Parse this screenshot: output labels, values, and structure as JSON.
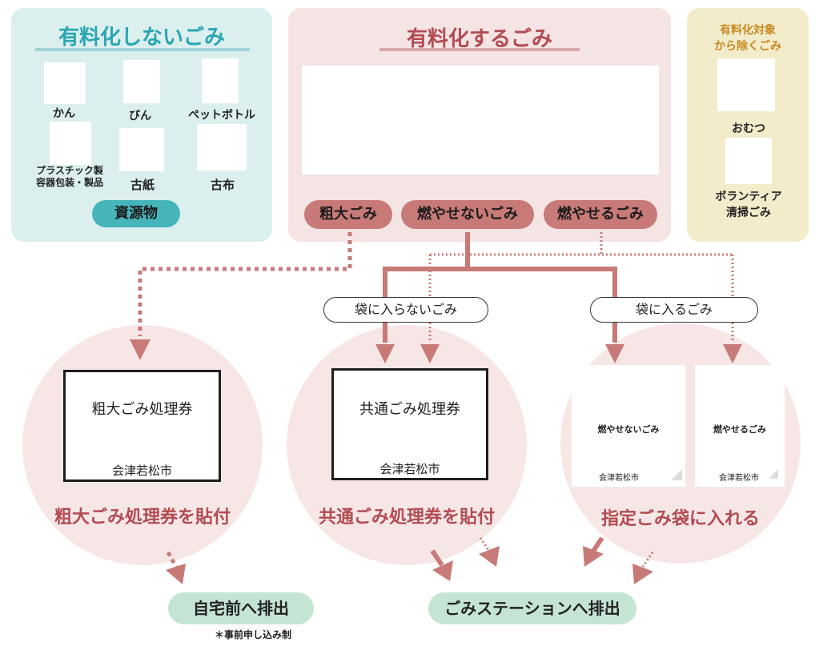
{
  "colors": {
    "teal_panel": "#dcefef",
    "teal_title": "#2aa6b1",
    "teal_pill": "#46b5b9",
    "pink_panel": "#f4e4e3",
    "pink_pill": "#c77a77",
    "brown_title": "#b24b52",
    "yellow_panel": "#f3eccb",
    "yellow_title": "#c7891f",
    "green_pill": "#c5e5d4",
    "arrow": "#c77a77",
    "circle": "#f6e7e6"
  },
  "not_charged": {
    "title": "有料化しないごみ",
    "items": [
      "かん",
      "びん",
      "ペットボトル",
      "プラスチック製\n容器包装・製品",
      "古紙",
      "古布"
    ],
    "pill": "資源物"
  },
  "charged": {
    "title": "有料化するごみ",
    "categories": [
      "粗大ごみ",
      "燃やせないごみ",
      "燃やせるごみ"
    ]
  },
  "excluded": {
    "title": "有料化対象\nから除くごみ",
    "items": [
      "おむつ",
      "ボランティア\n清掃ごみ"
    ]
  },
  "bag_labels": {
    "not_in_bag": "袋に入らないごみ",
    "in_bag": "袋に入るごみ"
  },
  "tickets": {
    "large": {
      "name": "粗大ごみ処理券",
      "city": "会津若松市"
    },
    "common": {
      "name": "共通ごみ処理券",
      "city": "会津若松市"
    }
  },
  "bags": [
    {
      "name": "燃やせないごみ",
      "city": "会津若松市"
    },
    {
      "name": "燃やせるごみ",
      "city": "会津若松市"
    }
  ],
  "captions": {
    "large": "粗大ごみ処理券を貼付",
    "common": "共通ごみ処理券を貼付",
    "bag": "指定ごみ袋に入れる"
  },
  "destinations": {
    "home": "自宅前へ排出",
    "station": "ごみステーションへ排出",
    "note": "＊事前申し込み制"
  }
}
